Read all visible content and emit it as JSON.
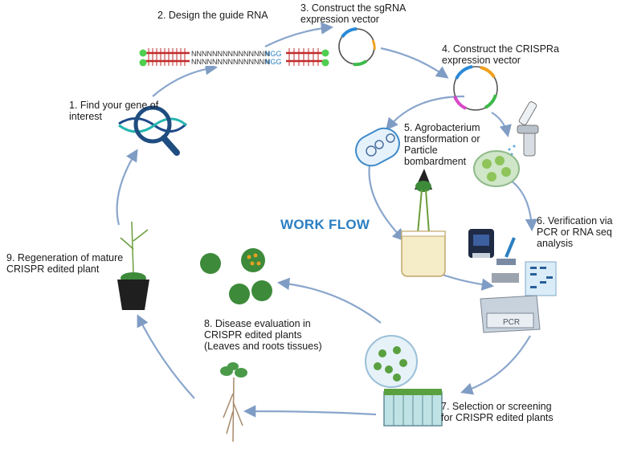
{
  "title": "WORK FLOW",
  "steps": [
    {
      "text": "1.  Find your gene of\ninterest"
    },
    {
      "text": "2. Design the guide RNA"
    },
    {
      "text": "3. Construct the sgRNA\nexpression vector"
    },
    {
      "text": "4. Construct the CRISPRa\nexpression vector"
    },
    {
      "text": "5. Agrobacterium\ntransformation or\nParticle\nbombardment"
    },
    {
      "text": "6. Verification via\nPCR or RNA seq\nanalysis"
    },
    {
      "text": "7. Selection or screening\nfor CRISPR edited plants"
    },
    {
      "text": "8. Disease evaluation in\nCRISPR edited plants\n(Leaves and roots tissues)"
    },
    {
      "text": "9. Regeneration of mature\nCRISPR edited plant"
    }
  ],
  "guide": {
    "seq": "NNNNNNNNNNNNNNN",
    "pam": "NGG"
  },
  "pcr_label": "PCR",
  "colors": {
    "accent": "#2a7fc2",
    "arrow": "#7f9cc4",
    "leaf": "#3d8a3a"
  }
}
